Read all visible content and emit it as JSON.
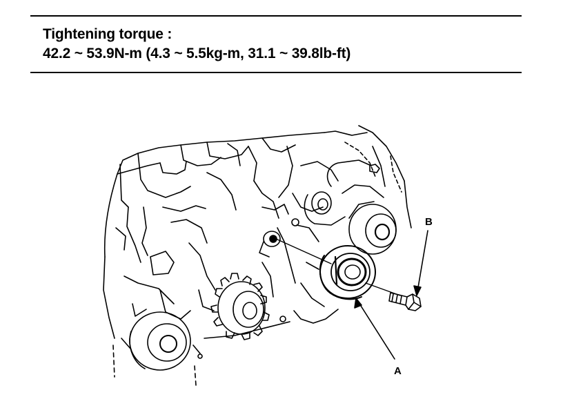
{
  "spec": {
    "heading": "Tightening torque :",
    "value": "42.2 ~ 53.9N-m (4.3 ~ 5.5kg-m, 31.1 ~ 39.8lb-ft)"
  },
  "figure": {
    "callouts": {
      "a": "A",
      "b": "B"
    }
  }
}
